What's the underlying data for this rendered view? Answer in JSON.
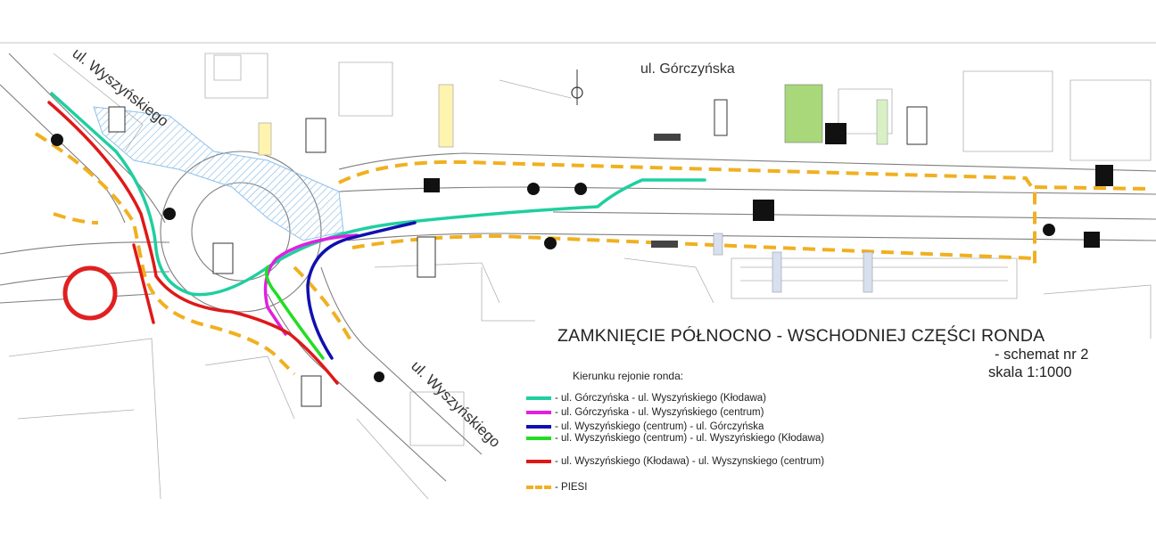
{
  "streets": {
    "west": "ul. Wyszyńskiego",
    "north": "ul. Górczyńska",
    "south": "ul. Wyszyńskiego"
  },
  "title": "ZAMKNIĘCIE PÓŁNOCNO - WSCHODNIEJ CZĘŚCI RONDA",
  "scheme": "- schemat nr 2",
  "scale": "skala 1:1000",
  "legend": {
    "heading": "Kierunku rejonie ronda:",
    "items": [
      {
        "label": "- ul. Górczyńska - ul. Wyszyńskiego (Kłodawa)",
        "color": "#1fcf9f"
      },
      {
        "label": "- ul. Górczyńska - ul. Wyszyńskiego (centrum)",
        "color": "#e020e0"
      },
      {
        "label": "- ul. Wyszyńskiego (centrum) - ul. Górczyńska",
        "color": "#1010b0"
      },
      {
        "label": "- ul. Wyszyńskiego (centrum) - ul. Wyszyńskiego (Kłodawa)",
        "color": "#22dd22"
      },
      {
        "label": "- ul. Wyszyńskiego (Kłodawa) - ul. Wyszynskiego (centrum)",
        "color": "#e01818"
      },
      {
        "label": "- PIESI",
        "color": "#f0b020",
        "dashed": true
      }
    ]
  },
  "colors": {
    "road_outline": "#8a8a8a",
    "hatch": "#9cc8ee",
    "roundabout_center": "#e02020",
    "sign_yellow": "#fff3b0",
    "sign_green": "#a8d87a"
  }
}
